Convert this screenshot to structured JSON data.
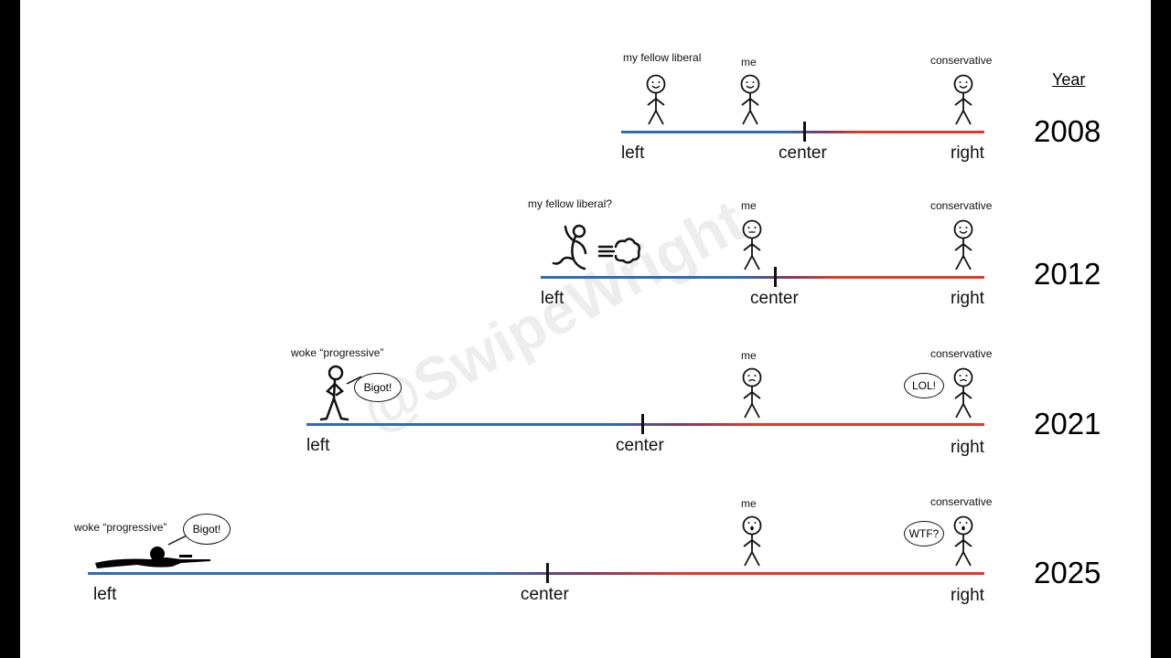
{
  "header": {
    "year_label": "Year"
  },
  "watermark": "@SwipeWright",
  "axis_labels": {
    "left": "left",
    "center": "center",
    "right": "right"
  },
  "rows": [
    {
      "year": "2008",
      "left_caption": "my fellow liberal",
      "me_caption": "me",
      "conservative_caption": "conservative"
    },
    {
      "year": "2012",
      "left_caption": "my fellow liberal?",
      "me_caption": "me",
      "conservative_caption": "conservative"
    },
    {
      "year": "2021",
      "left_caption": "woke “progressive”",
      "left_speech": "Bigot!",
      "me_caption": "me",
      "conservative_caption": "conservative",
      "conservative_speech": "LOL!"
    },
    {
      "year": "2025",
      "left_caption": "woke “progressive”",
      "left_speech": "Bigot!",
      "me_caption": "me",
      "conservative_caption": "conservative",
      "conservative_speech": "WTF?"
    }
  ]
}
